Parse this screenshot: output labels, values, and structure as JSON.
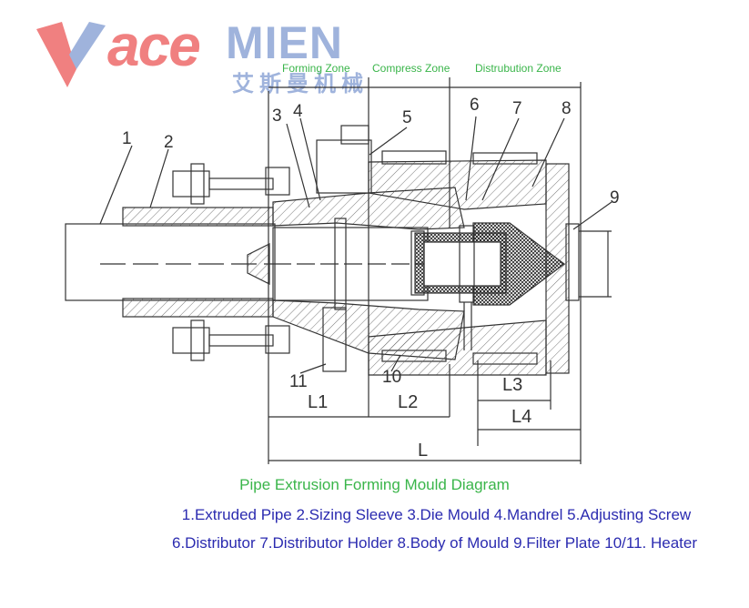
{
  "logo": {
    "ace": "ace",
    "mien": "MIEN",
    "chinese": "艾斯曼机械",
    "colors": {
      "ace": "#f08080",
      "mien": "#9fb3dc"
    }
  },
  "zones": [
    "Forming Zone",
    "Compress Zone",
    "Distrubution Zone"
  ],
  "part_numbers": [
    "1",
    "2",
    "3",
    "4",
    "5",
    "6",
    "7",
    "8",
    "9",
    "10",
    "11"
  ],
  "dimension_labels": [
    "L1",
    "L2",
    "L3",
    "L4",
    "L"
  ],
  "title": "Pipe Extrusion Forming Mould Diagram",
  "legend_lines": [
    "1.Extruded Pipe 2.Sizing Sleeve 3.Die Mould 4.Mandrel 5.Adjusting Screw",
    "6.Distributor 7.Distributor Holder 8.Body of Mould 9.Filter Plate 10/11. Heater"
  ],
  "colors": {
    "title": "#3ab54a",
    "legend": "#2b2bb0",
    "line": "#333333"
  }
}
